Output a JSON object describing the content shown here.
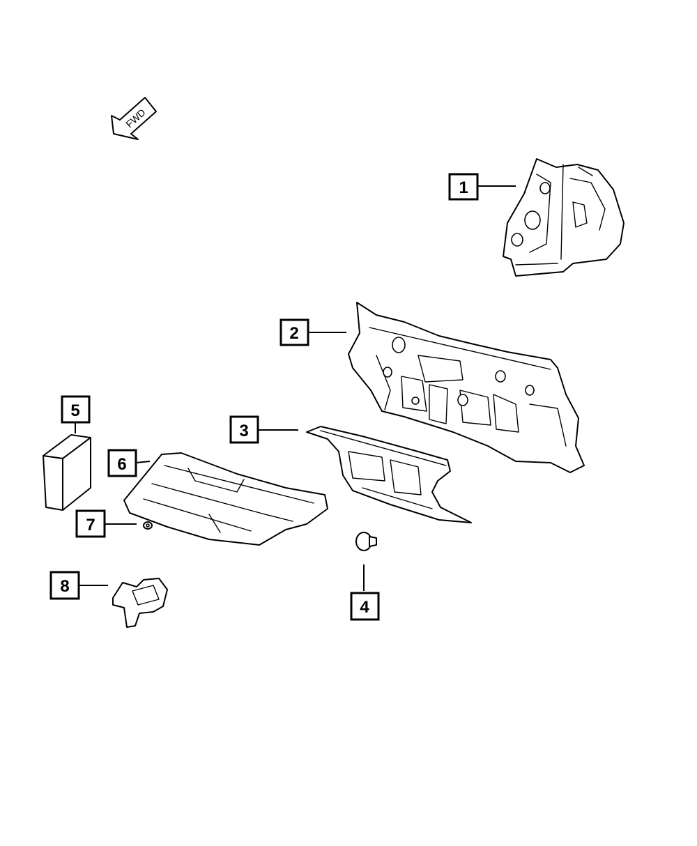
{
  "direction_indicator": {
    "label": "FWD"
  },
  "callouts": [
    {
      "id": "1",
      "label": "1"
    },
    {
      "id": "2",
      "label": "2"
    },
    {
      "id": "3",
      "label": "3"
    },
    {
      "id": "4",
      "label": "4"
    },
    {
      "id": "5",
      "label": "5"
    },
    {
      "id": "6",
      "label": "6"
    },
    {
      "id": "7",
      "label": "7"
    },
    {
      "id": "8",
      "label": "8"
    }
  ]
}
